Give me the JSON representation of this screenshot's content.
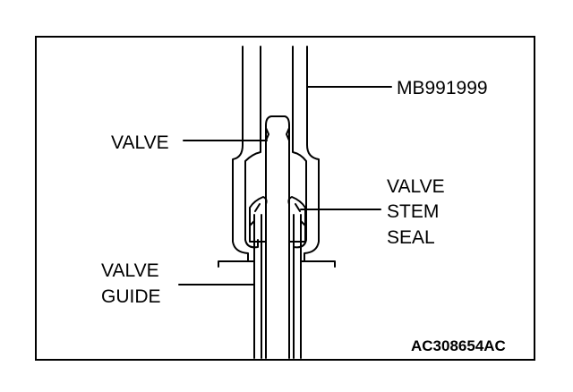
{
  "labels": {
    "tool": "MB991999",
    "valve": "VALVE",
    "seal_line1": "VALVE",
    "seal_line2": "STEM",
    "seal_line3": "SEAL",
    "guide_line1": "VALVE",
    "guide_line2": "GUIDE"
  },
  "figure_code": "AC308654AC",
  "colors": {
    "line": "#000000",
    "background": "#ffffff"
  }
}
